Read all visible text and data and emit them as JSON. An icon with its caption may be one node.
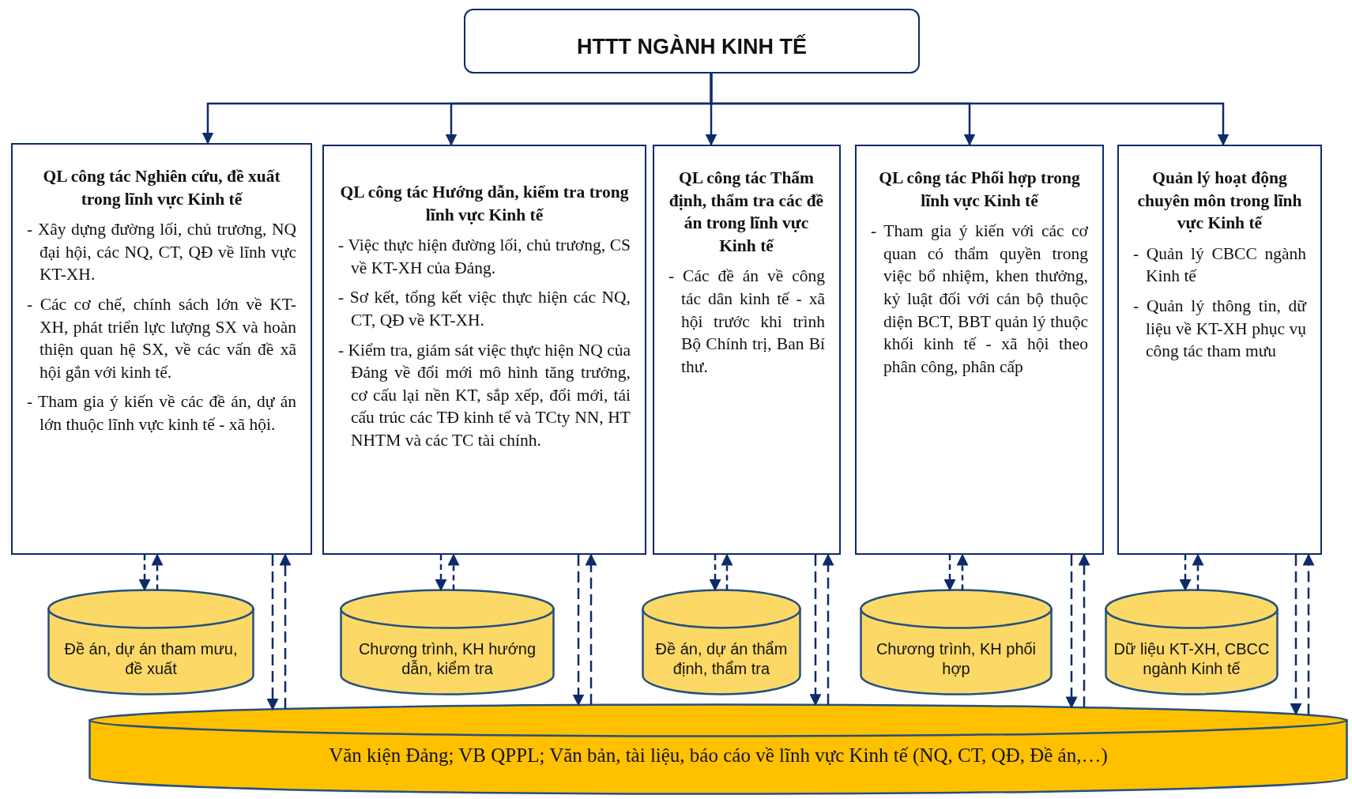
{
  "diagram": {
    "nodes": [
      {
        "text": [
          "HTTT NGÀNH KINH TẾ"
        ]
      },
      {
        "text": [
          "QL công tác Nghiên cứu, đề xuất trong lĩnh vực Kinh tế",
          "- Xây dựng đường lối, chủ trương, NQ đại hội, các NQ, CT, QĐ về lĩnh vực KT-XH.",
          "- Các cơ chế, chính sách lớn về KT-XH, phát triển lực lượng SX và hoàn thiện quan hệ SX, về các vấn đề xã hội gắn với kinh tế.",
          "- Tham gia ý kiến về các đề án, dự án lớn thuộc lĩnh vực kinh tế - xã hội."
        ]
      },
      {
        "text": [
          "QL công tác Hướng dẫn, kiểm tra trong lĩnh vực Kinh tế",
          "- Việc thực hiện đường lối, chủ trương, CS về KT-XH của Đảng.",
          "- Sơ kết, tổng kết việc thực hiện các NQ, CT, QĐ về KT-XH.",
          "- Kiểm tra, giám sát việc thực hiện NQ của Đảng về đổi mới mô hình tăng trưởng, cơ cấu lại nền KT, sắp xếp, đổi mới, tái cấu trúc các TĐ kinh tế và TCty NN, HT NHTM và các TC tài chính."
        ]
      },
      {
        "text": [
          "QL công tác Thẩm định, thẩm tra các đề án trong lĩnh vực Kinh tế",
          "- Các đề án về công tác dân kinh tế - xã hội trước khi trình Bộ Chính trị, Ban Bí thư."
        ]
      },
      {
        "text": [
          "QL công tác Phối hợp trong lĩnh vực Kinh tế",
          "- Tham gia ý kiến với các cơ quan có thẩm quyền trong việc bổ nhiệm, khen thưởng, kỷ luật đối với cán bộ thuộc diện BCT, BBT quản lý thuộc khối kinh tế - xã hội theo phân công, phân cấp"
        ]
      },
      {
        "text": [
          "Quản lý hoạt động chuyên môn trong lĩnh vực Kinh tế",
          "- Quản lý CBCC ngành Kinh tế",
          "- Quản lý thông tin, dữ liệu về KT-XH phục vụ công tác tham mưu"
        ]
      },
      {
        "text": [
          "Đề án, dự án tham mưu, đề xuất"
        ]
      },
      {
        "text": [
          "Chương trình, KH hướng dẫn, kiểm tra"
        ]
      },
      {
        "text": [
          "Đề án, dự án thẩm định, thẩm tra"
        ]
      },
      {
        "text": [
          "Chương trình, KH phối hợp"
        ]
      },
      {
        "text": [
          "Dữ liệu KT-XH, CBCC ngành Kinh tế"
        ]
      },
      {
        "text": [
          "Văn kiện Đảng; VB QPPL; Văn bản, tài liệu, báo cáo về lĩnh vực Kinh tế (NQ, CT, QĐ, Đề án,…)"
        ]
      }
    ],
    "edges": [
      {
        "from": 0,
        "to": 1,
        "arrow": "to"
      },
      {
        "from": 0,
        "to": 2,
        "arrow": "to"
      },
      {
        "from": 0,
        "to": 3,
        "arrow": "to"
      },
      {
        "from": 0,
        "to": 4,
        "arrow": "to"
      },
      {
        "from": 0,
        "to": 5,
        "arrow": "to"
      },
      {
        "from": 1,
        "to": 6,
        "arrow": "to",
        "style": "dashed"
      },
      {
        "from": 6,
        "to": 1,
        "arrow": "to",
        "style": "dashed"
      },
      {
        "from": 1,
        "to": 11,
        "arrow": "to",
        "style": "dashed"
      },
      {
        "from": 11,
        "to": 1,
        "arrow": "to",
        "style": "dashed"
      },
      {
        "from": 2,
        "to": 7,
        "arrow": "to",
        "style": "dashed"
      },
      {
        "from": 7,
        "to": 2,
        "arrow": "to",
        "style": "dashed"
      },
      {
        "from": 2,
        "to": 11,
        "arrow": "to",
        "style": "dashed"
      },
      {
        "from": 11,
        "to": 2,
        "arrow": "to",
        "style": "dashed"
      },
      {
        "from": 3,
        "to": 8,
        "arrow": "to",
        "style": "dashed"
      },
      {
        "from": 8,
        "to": 3,
        "arrow": "to",
        "style": "dashed"
      },
      {
        "from": 3,
        "to": 11,
        "arrow": "to",
        "style": "dashed"
      },
      {
        "from": 11,
        "to": 3,
        "arrow": "to",
        "style": "dashed"
      },
      {
        "from": 4,
        "to": 9,
        "arrow": "to",
        "style": "dashed"
      },
      {
        "from": 9,
        "to": 4,
        "arrow": "to",
        "style": "dashed"
      },
      {
        "from": 4,
        "to": 11,
        "arrow": "to",
        "style": "dashed"
      },
      {
        "from": 11,
        "to": 4,
        "arrow": "to",
        "style": "dashed"
      },
      {
        "from": 5,
        "to": 10,
        "arrow": "to",
        "style": "dashed"
      },
      {
        "from": 10,
        "to": 5,
        "arrow": "to",
        "style": "dashed"
      },
      {
        "from": 5,
        "to": 11,
        "arrow": "to",
        "style": "dashed"
      },
      {
        "from": 11,
        "to": 5,
        "arrow": "to",
        "style": "dashed"
      }
    ]
  }
}
